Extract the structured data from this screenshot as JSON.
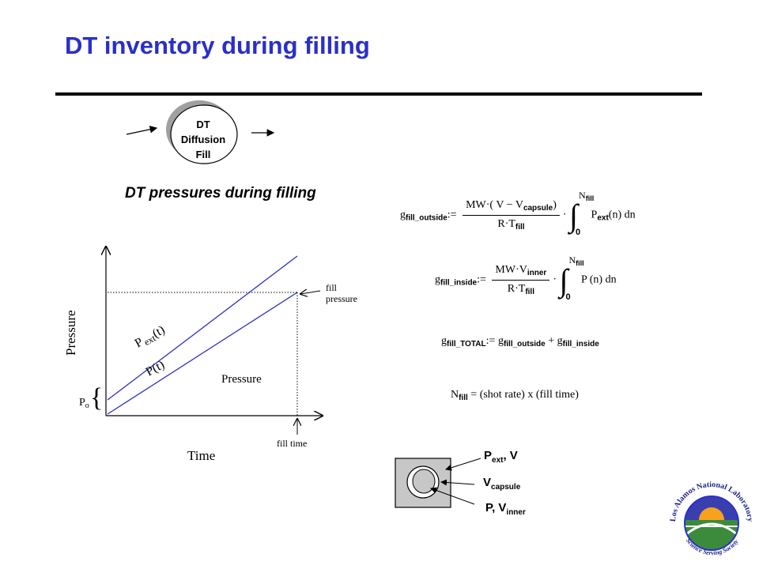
{
  "page": {
    "title": "DT inventory during filling",
    "subtitle": "DT pressures during filling"
  },
  "process": {
    "line1": "DT",
    "line2": "Diffusion",
    "line3": "Fill"
  },
  "graph": {
    "y_axis_label": "Pressure",
    "x_axis_label": "Time",
    "line_upper_label_main": "P",
    "line_upper_label_sub": "ext",
    "line_upper_label_tail": "(t)",
    "line_lower_label": "P(t)",
    "region_label": "Pressure",
    "fill_pressure_line1": "fill",
    "fill_pressure_line2": "pressure",
    "fill_time_label": "fill time",
    "p0_main": "P",
    "p0_sub": "o",
    "brace": "{"
  },
  "equations": {
    "outside": {
      "lhs_g": "g",
      "lhs_sub": "fill_outside",
      "assign": ":=",
      "num_text": "MW·( V − V",
      "num_sub": "capsule",
      "num_close": ")",
      "den_text": "R·T",
      "den_sub": "fill",
      "dot": "·",
      "int_upper": "N",
      "int_upper_sub": "fill",
      "int_lower": "0",
      "integrand": "P",
      "integrand_sub": "ext",
      "integrand_tail": "(n)  dn"
    },
    "inside": {
      "lhs_g": "g",
      "lhs_sub": "fill_inside",
      "assign": ":=",
      "num_text": "MW·V",
      "num_sub": "inner",
      "den_text": "R·T",
      "den_sub": "fill",
      "dot": "·",
      "int_upper": "N",
      "int_upper_sub": "fill",
      "int_lower": "0",
      "integrand": "P (n)  dn"
    },
    "total": {
      "lhs_g": "g",
      "lhs_sub": "fill_TOTAL",
      "assign": ":=",
      "t1_g": "g",
      "t1_sub": "fill_outside",
      "plus": "+",
      "t2_g": "g",
      "t2_sub": "fill_inside"
    },
    "nfill": {
      "main": "N",
      "sub": "fill",
      "rest": " = (shot rate) x (fill time)"
    }
  },
  "capsule": {
    "pext_main": "P",
    "pext_sub": "ext",
    "pext_tail": ", V",
    "vcap_main": "V",
    "vcap_sub": "capsule",
    "pin_main": "P, V",
    "pin_sub": "inner"
  },
  "logo": {
    "text_top": "Los Alamos National Laboratory",
    "text_bottom": "Science Serving Society"
  },
  "colors": {
    "title": "#2a2fc9",
    "graph_lines": "#2a2fc9",
    "capsule_gray": "#c7c7c7",
    "logo_sky": "#3a3fb0",
    "logo_sun": "#f6a21c",
    "logo_green": "#3c8b3c"
  }
}
